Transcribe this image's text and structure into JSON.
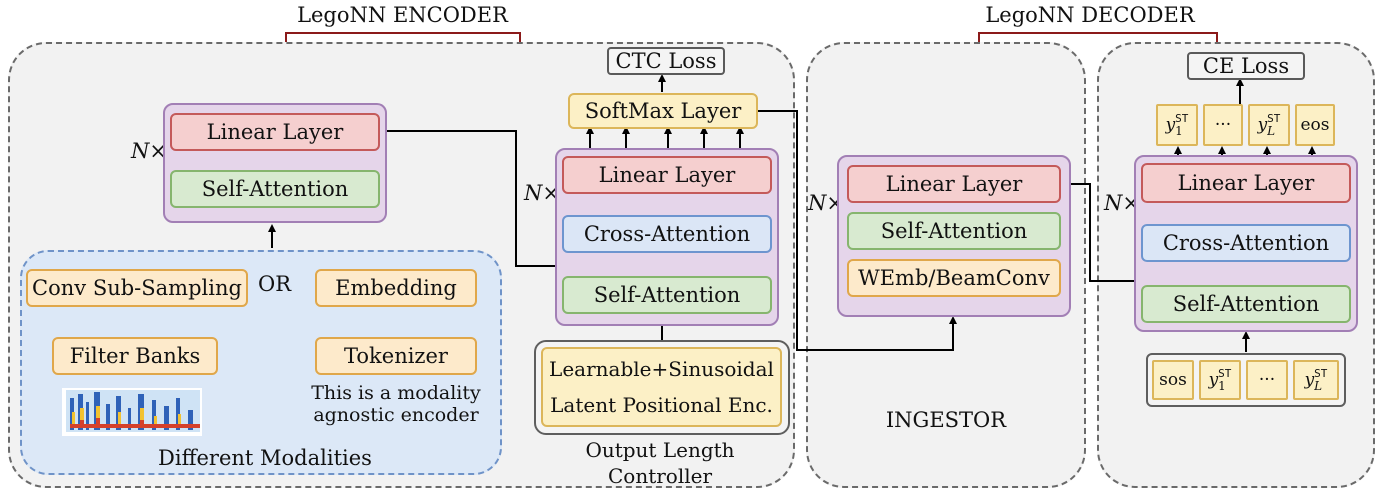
{
  "encoder": {
    "title": "LegoNN ENCODER",
    "n_label": "N×",
    "linear_layer": "Linear Layer",
    "self_attention": "Self-Attention",
    "or_label": "OR",
    "conv_sub_sampling": "Conv Sub-Sampling",
    "filter_banks": "Filter Banks",
    "embedding": "Embedding",
    "tokenizer": "Tokenizer",
    "text_sample": "This is a modality agnostic encoder",
    "modalities_label": "Different Modalities"
  },
  "olc": {
    "ctc_loss": "CTC Loss",
    "softmax_layer": "SoftMax Layer",
    "n_label": "N×",
    "linear_layer": "Linear Layer",
    "cross_attention": "Cross-Attention",
    "self_attention": "Self-Attention",
    "pos_line1": "Learnable+Sinusoidal",
    "pos_line2": "Latent Positional Enc.",
    "caption": "Output Length Controller"
  },
  "ingestor": {
    "n_label": "N×",
    "linear_layer": "Linear Layer",
    "self_attention": "Self-Attention",
    "wemb": "WEmb/BeamConv",
    "label": "INGESTOR"
  },
  "decoder": {
    "title": "LegoNN DECODER",
    "ce_loss": "CE Loss",
    "n_label": "N×",
    "linear_layer": "Linear Layer",
    "cross_attention": "Cross-Attention",
    "self_attention": "Self-Attention",
    "out_tokens": {
      "y": "y",
      "st": "ST",
      "sub1": "1",
      "subL": "L",
      "dots": "···",
      "eos": "eos"
    },
    "in_tokens": {
      "sos": "sos",
      "y": "y",
      "st": "ST",
      "sub1": "1",
      "subL": "L",
      "dots": "···"
    }
  },
  "colors": {
    "linear": "#f5cfcf",
    "attention": "#d8ead0",
    "cross": "#dbe6f6",
    "orange": "#fdeacb",
    "yellow": "#fcf0c6",
    "stack": "#e5d5ea"
  }
}
